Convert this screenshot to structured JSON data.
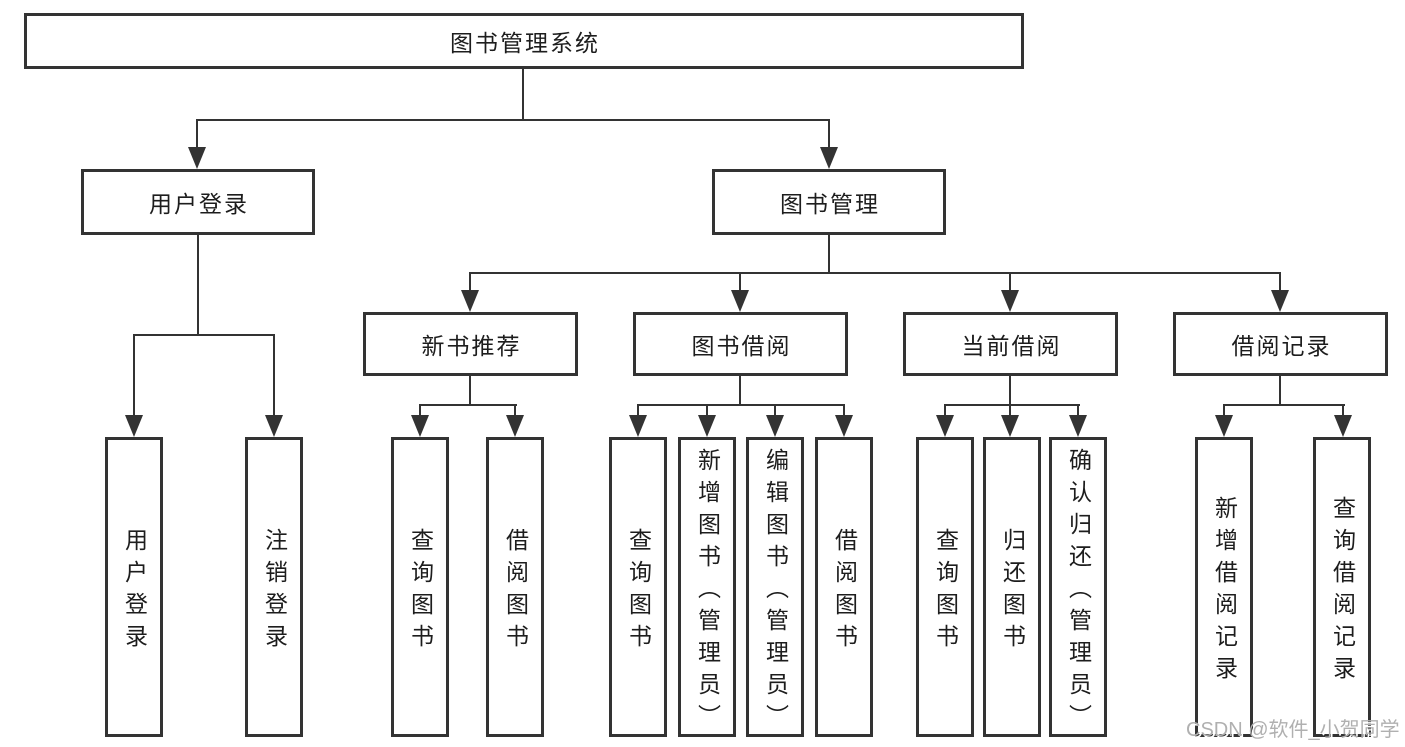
{
  "diagram": {
    "root": {
      "label": "图书管理系统"
    },
    "level2": [
      {
        "label": "用户登录"
      },
      {
        "label": "图书管理"
      }
    ],
    "level3": [
      {
        "label": "新书推荐"
      },
      {
        "label": "图书借阅"
      },
      {
        "label": "当前借阅"
      },
      {
        "label": "借阅记录"
      }
    ],
    "leaves": {
      "user_login": [
        {
          "label": "用户登录"
        },
        {
          "label": "注销登录"
        }
      ],
      "new_book_recommend": [
        {
          "label": "查询图书"
        },
        {
          "label": "借阅图书"
        }
      ],
      "book_borrowing": [
        {
          "label": "查询图书"
        },
        {
          "label": "新增图书（管理员）"
        },
        {
          "label": "编辑图书（管理员）"
        },
        {
          "label": "借阅图书"
        }
      ],
      "current_borrowing": [
        {
          "label": "查询图书"
        },
        {
          "label": "归还图书"
        },
        {
          "label": "确认归还（管理员）"
        }
      ],
      "borrowing_records": [
        {
          "label": "新增借阅记录"
        },
        {
          "label": "查询借阅记录"
        }
      ]
    }
  },
  "watermark": {
    "text": "CSDN @软件_小贺同学"
  },
  "colors": {
    "line": "#333333",
    "text": "#1d1d1d",
    "background": "#ffffff",
    "watermark": "#b0b0b0"
  }
}
